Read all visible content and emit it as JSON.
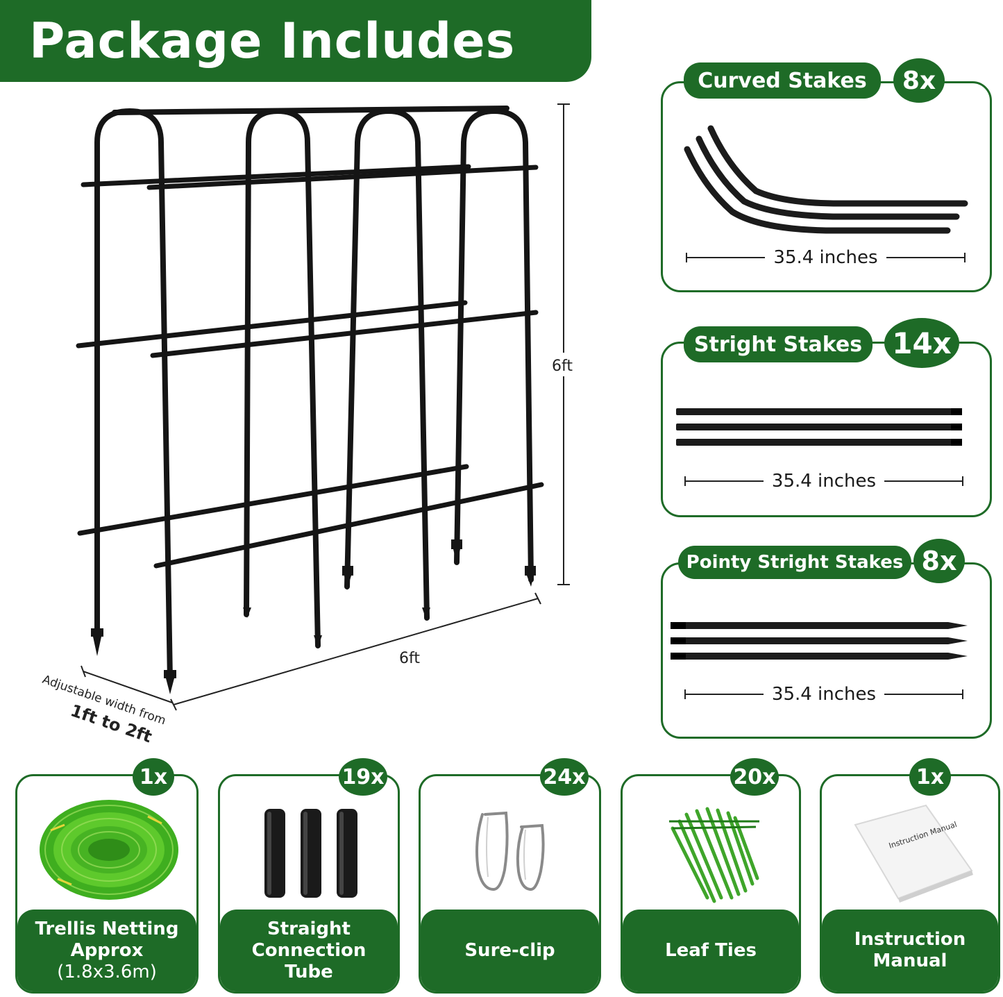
{
  "title": "Package Includes",
  "trellis": {
    "height_label": "6ft",
    "length_label": "6ft",
    "width_note": "Adjustable width from",
    "width_range": "1ft to 2ft"
  },
  "stakes": [
    {
      "name": "Curved Stakes",
      "count": "8x",
      "length": "35.4 inches"
    },
    {
      "name": "Stright Stakes",
      "count": "14x",
      "length": "35.4 inches"
    },
    {
      "name": "Pointy Stright Stakes",
      "count": "8x",
      "length": "35.4 inches"
    }
  ],
  "accessories": [
    {
      "count": "1x",
      "label_line1": "Trellis Netting",
      "label_line2": "Approx",
      "label_line3": "(1.8x3.6m)"
    },
    {
      "count": "19x",
      "label_line1": "Straight",
      "label_line2": "Connection",
      "label_line3": "Tube"
    },
    {
      "count": "24x",
      "label_line1": "Sure-clip"
    },
    {
      "count": "20x",
      "label_line1": "Leaf Ties"
    },
    {
      "count": "1x",
      "label_line1": "Instruction",
      "label_line2": "Manual",
      "manual_cover_text": "Instruction Manual"
    }
  ]
}
